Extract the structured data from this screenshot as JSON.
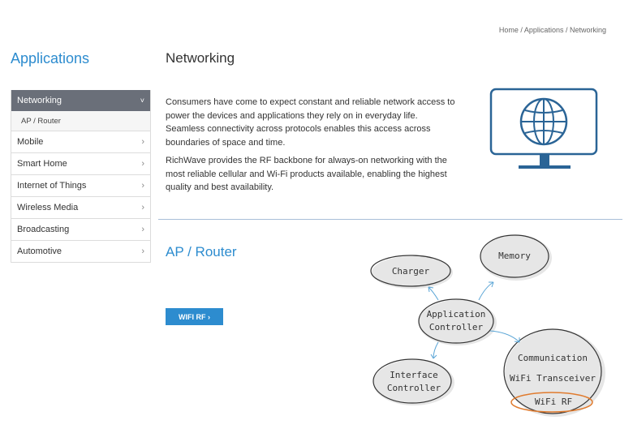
{
  "breadcrumb": {
    "home": "Home",
    "sep1": " / ",
    "applications": "Applications",
    "sep2": " / ",
    "current": "Networking"
  },
  "sidebar": {
    "title": "Applications",
    "items": [
      {
        "label": "Networking",
        "chevron": "˅"
      },
      {
        "label": "AP / Router"
      },
      {
        "label": "Mobile",
        "chevron": "›"
      },
      {
        "label": "Smart Home",
        "chevron": "›"
      },
      {
        "label": "Internet of Things",
        "chevron": "›"
      },
      {
        "label": "Wireless Media",
        "chevron": "›"
      },
      {
        "label": "Broadcasting",
        "chevron": "›"
      },
      {
        "label": "Automotive",
        "chevron": "›"
      }
    ]
  },
  "main": {
    "title": "Networking",
    "paragraph1": "Consumers have come to expect constant and reliable network access to power the devices and applications they rely on in everyday life. Seamless connectivity across protocols enables this access across boundaries of space and time.",
    "paragraph2": "RichWave provides the RF backbone for always-on networking with the most reliable cellular and Wi-Fi products available, enabling the highest quality and best availability.",
    "section_title": "AP / Router",
    "button_label": "WIFI RF ›"
  },
  "diagram": {
    "charger": "Charger",
    "memory": "Memory",
    "app_controller_1": "Application",
    "app_controller_2": "Controller",
    "interface_1": "Interface",
    "interface_2": "Controller",
    "comm_1": "Communication",
    "comm_2": "WiFi Transceiver",
    "comm_3": "WiFi RF"
  },
  "colors": {
    "accent": "#2d8ccf",
    "sidebar_active": "#6a6f79",
    "icon": "#2a6496",
    "highlight": "#e07b2e"
  }
}
